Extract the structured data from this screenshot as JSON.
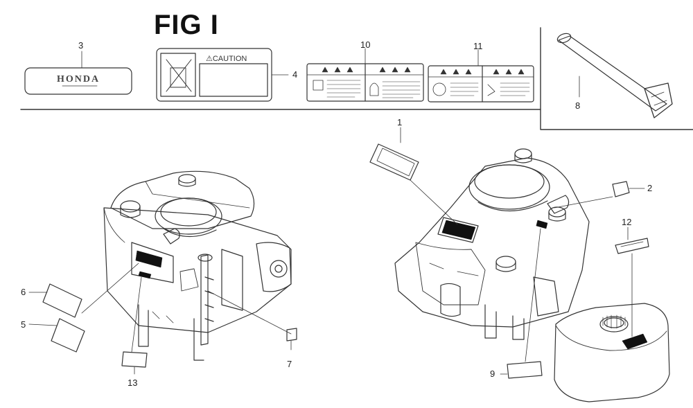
{
  "figure": {
    "title": "FIG I"
  },
  "labels": {
    "honda_text": "HONDA",
    "caution_text": "⚠CAUTION"
  },
  "callouts": {
    "1": "1",
    "2": "2",
    "3": "3",
    "4": "4",
    "5": "5",
    "6": "6",
    "7": "7",
    "8": "8",
    "9": "9",
    "10": "10",
    "11": "11",
    "12": "12",
    "13": "13"
  },
  "colors": {
    "ink": "#333333",
    "background": "#ffffff"
  }
}
